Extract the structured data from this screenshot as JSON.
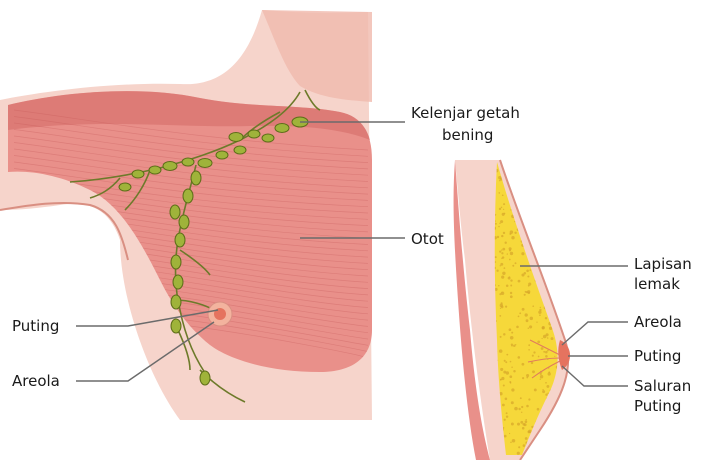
{
  "colors": {
    "skin_light": "#f6d4cb",
    "skin": "#f0b9ac",
    "skin_dark": "#d98f82",
    "muscle": "#e9908a",
    "muscle_dark": "#d46a66",
    "muscle_fiber": "#c75a58",
    "node_green": "#9fb33a",
    "node_dark": "#5d6d18",
    "fat_yellow": "#f6d83a",
    "fat_dark": "#d7a72a",
    "nipple": "#e5735f",
    "leader": "#6b6b6b"
  },
  "labels": {
    "lymph_node_line1": "Kelenjar getah",
    "lymph_node_line2": "bening",
    "muscle": "Otot",
    "nipple_front": "Puting",
    "areola_front": "Areola",
    "fat_line1": "Lapisan",
    "fat_line2": "lemak",
    "areola_side": "Areola",
    "nipple_side": "Puting",
    "duct_line1": "Saluran",
    "duct_line2": "Puting"
  }
}
